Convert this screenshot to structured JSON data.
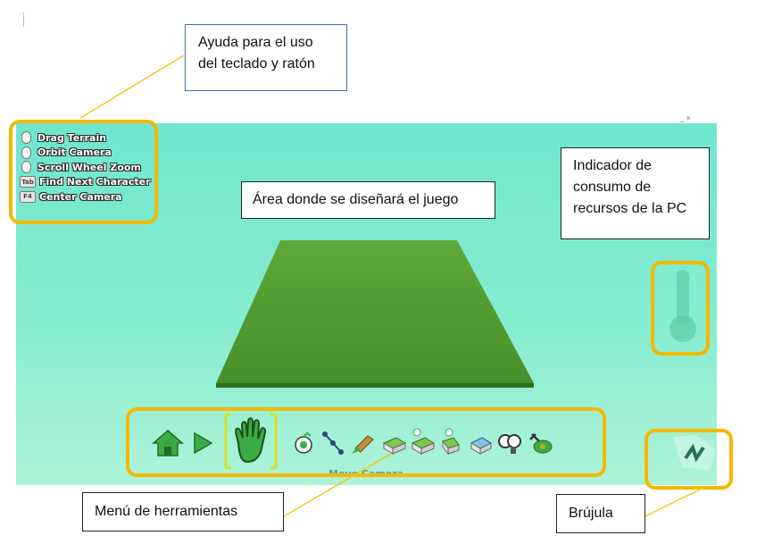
{
  "shortcuts": [
    {
      "key": "",
      "icon": "mouse-left-icon",
      "label": "Drag Terrain"
    },
    {
      "key": "",
      "icon": "mouse-right-icon",
      "label": "Orbit Camera"
    },
    {
      "key": "",
      "icon": "mouse-wheel-icon",
      "label": "Scroll Wheel Zoom"
    },
    {
      "key": "Tab",
      "icon": "tab-key-icon",
      "label": "Find Next Character"
    },
    {
      "key": "F4",
      "icon": "f4-key-icon",
      "label": "Center Camera"
    }
  ],
  "toolbar": {
    "tools": [
      "home-icon",
      "play-icon",
      "hand-icon",
      "character-icon",
      "path-icon",
      "paint-brush-icon",
      "raise-terrain-icon",
      "lower-terrain-icon",
      "flatten-terrain-icon",
      "water-icon",
      "rotate-camera-icon",
      "settings-icon"
    ],
    "selected": "hand-icon",
    "hover_label": "Move Camera"
  },
  "callouts": {
    "help": "Ayuda para el uso del teclado y ratón",
    "game_area": "Área donde se diseñará el juego",
    "resources": "Indicador de consumo de recursos de la PC",
    "tools_menu": "Menú de herramientas",
    "compass": "Brújula"
  },
  "colors": {
    "highlight": "#f5b800",
    "background_top": "#6fe6cf",
    "terrain": "#4f9a2e",
    "selection": "#d6e02a"
  }
}
